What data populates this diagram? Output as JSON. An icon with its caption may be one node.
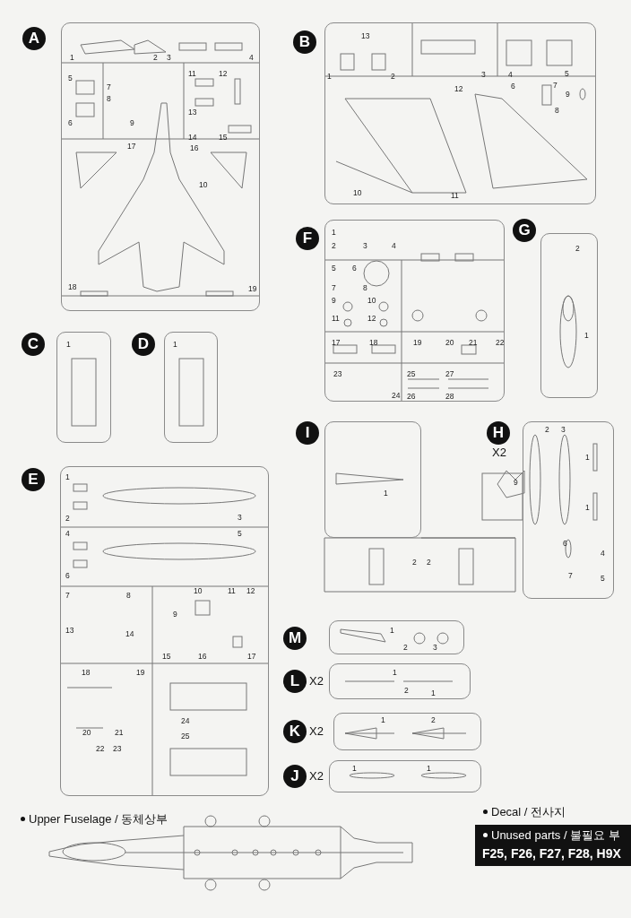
{
  "diagram": {
    "nodes": [
      {
        "text": [
          "A",
          "1",
          "2",
          "3",
          "4",
          "5",
          "6",
          "7",
          "8",
          "9",
          "10",
          "11",
          "12",
          "13",
          "14",
          "15",
          "16",
          "17",
          "18",
          "19"
        ]
      },
      {
        "text": [
          "B",
          "13",
          "1",
          "2",
          "3",
          "4",
          "5",
          "12",
          "6",
          "7",
          "9",
          "8",
          "10",
          "11"
        ]
      },
      {
        "text": [
          "F",
          "1",
          "2",
          "3",
          "4",
          "5",
          "6",
          "7",
          "8",
          "9",
          "10",
          "11",
          "12",
          "17",
          "18",
          "19",
          "20",
          "21",
          "22",
          "23",
          "24",
          "25",
          "26",
          "27",
          "28"
        ]
      },
      {
        "text": [
          "G",
          "2",
          "1"
        ]
      },
      {
        "text": [
          "C",
          "1"
        ]
      },
      {
        "text": [
          "D",
          "1"
        ]
      },
      {
        "text": [
          "E",
          "1",
          "2",
          "3",
          "4",
          "5",
          "6",
          "7",
          "8",
          "10",
          "11",
          "12",
          "9",
          "13",
          "14",
          "15",
          "16",
          "17",
          "18",
          "19",
          "24",
          "20",
          "21",
          "25",
          "22",
          "23"
        ]
      },
      {
        "text": [
          "I",
          "1",
          "2",
          "2"
        ]
      },
      {
        "text": [
          "H",
          "2",
          "3",
          "1",
          "9",
          "1",
          "6",
          "4",
          "7",
          "5"
        ],
        "beside": [
          "X2"
        ]
      },
      {
        "text": [
          "M",
          "1",
          "2",
          "3"
        ]
      },
      {
        "text": [
          "L",
          "1",
          "2",
          "1"
        ],
        "beside": [
          "X2"
        ]
      },
      {
        "text": [
          "K",
          "1",
          "2"
        ],
        "beside": [
          "X2"
        ]
      },
      {
        "text": [
          "J",
          "1",
          "1"
        ],
        "beside": [
          "X2"
        ]
      }
    ],
    "labels": [
      "Upper Fuselage / 동체상부",
      "Decal / 전사지",
      "Unused parts / 불필요 부",
      "F25, F26, F27, F28, H9X"
    ]
  }
}
